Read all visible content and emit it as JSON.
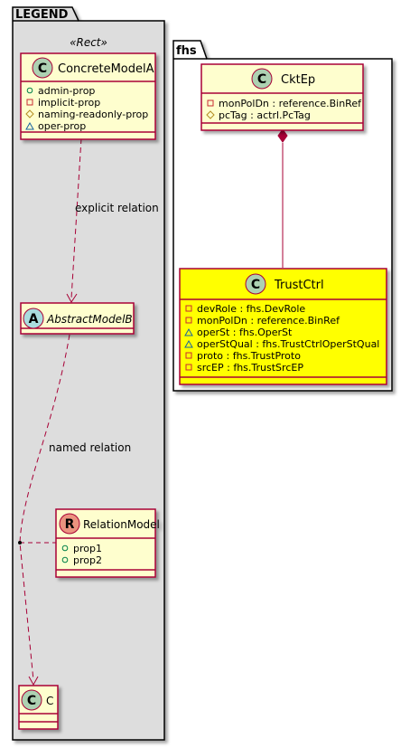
{
  "colors": {
    "package_fill": "#dddddd",
    "package_fill_white": "#ffffff",
    "class_fill": "#fefece",
    "highlight_fill": "#ffff00",
    "border": "#a80036",
    "circle_class": "#add1b2",
    "circle_abstract": "#a9dcdf",
    "circle_relation": "#eb937f",
    "relation_line": "#a80036",
    "vis_protected": "#c82930",
    "vis_package": "#1963a0",
    "vis_public": "#038048"
  },
  "legend_package": {
    "title": "LEGEND",
    "stereotype": "«Rect»"
  },
  "fhs_package": {
    "title": "fhs"
  },
  "classes": {
    "concrete": {
      "letter": "C",
      "name": "ConcreteModelA",
      "props": [
        {
          "vis": "public",
          "text": "admin-prop"
        },
        {
          "vis": "private",
          "text": "implicit-prop"
        },
        {
          "vis": "protected",
          "text": "naming-readonly-prop"
        },
        {
          "vis": "package",
          "text": "oper-prop"
        }
      ]
    },
    "abstract": {
      "letter": "A",
      "name": "AbstractModelB"
    },
    "relation": {
      "letter": "R",
      "name": "RelationModel",
      "props": [
        {
          "vis": "public",
          "text": "prop1"
        },
        {
          "vis": "public",
          "text": "prop2"
        }
      ]
    },
    "c": {
      "letter": "C",
      "name": "C"
    },
    "cktep": {
      "letter": "C",
      "name": "CktEp",
      "props": [
        {
          "vis": "private",
          "text": "monPolDn : reference.BinRef"
        },
        {
          "vis": "protected",
          "text": "pcTag : actrl.PcTag"
        }
      ]
    },
    "trustctrl": {
      "letter": "C",
      "name": "TrustCtrl",
      "props": [
        {
          "vis": "private",
          "text": "devRole : fhs.DevRole"
        },
        {
          "vis": "private",
          "text": "monPolDn : reference.BinRef"
        },
        {
          "vis": "package",
          "text": "operSt : fhs.OperSt"
        },
        {
          "vis": "package",
          "text": "operStQual : fhs.TrustCtrlOperStQual"
        },
        {
          "vis": "private",
          "text": "proto : fhs.TrustProto"
        },
        {
          "vis": "private",
          "text": "srcEP : fhs.TrustSrcEP"
        }
      ]
    }
  },
  "relations": {
    "explicit": "explicit relation",
    "named": "named relation"
  }
}
